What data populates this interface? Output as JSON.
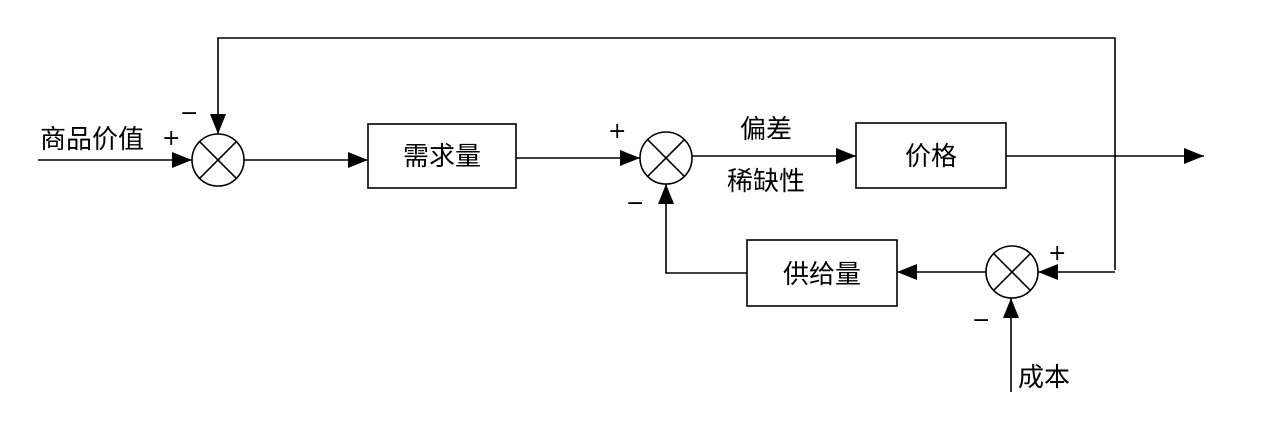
{
  "diagram": {
    "type": "control-block-diagram",
    "inputs": {
      "product_value": "商品价值",
      "cost": "成本"
    },
    "blocks": {
      "demand": "需求量",
      "price": "价格",
      "supply": "供给量"
    },
    "deviation_label_line1": "偏差",
    "deviation_label_line2": "稀缺性",
    "signs": {
      "sum1_input": "+",
      "sum1_feedback": "−",
      "sum2_demand": "+",
      "sum2_supply": "−",
      "sum3_feedback": "+",
      "sum3_cost": "−"
    },
    "colors": {
      "stroke": "#000000",
      "background": "#ffffff"
    }
  }
}
